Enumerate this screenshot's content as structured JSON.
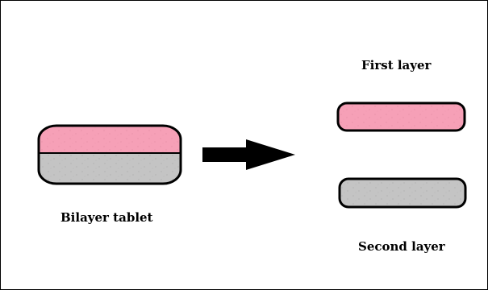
{
  "labels": {
    "bilayer_tablet": "Bilayer tablet",
    "first_layer": "First layer",
    "second_layer": "Second layer"
  },
  "colors": {
    "pink_layer": "#f6a0b7",
    "gray_layer": "#c4c4c4",
    "outline": "#000000",
    "arrow": "#000000",
    "background": "#ffffff"
  }
}
